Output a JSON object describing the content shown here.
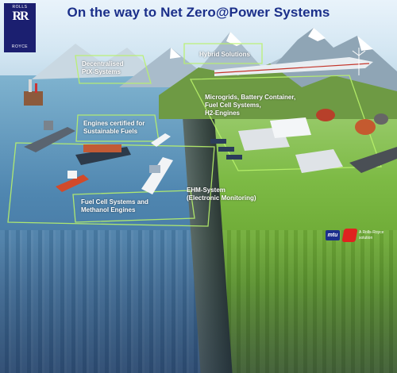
{
  "title": "On the way to Net Zero@Power Systems",
  "logo": {
    "monogram": "RR",
    "top": "ROLLS",
    "bottom": "ROYCE"
  },
  "labels": {
    "decentralised": [
      "Decentralised",
      "PtX-Systems"
    ],
    "hybrid": [
      "Hybrid Solutions"
    ],
    "microgrids": [
      "Microgrids, Battery Container,",
      "Fuel Cell Systems,",
      "H2-Engines"
    ],
    "engines_certified": [
      "Engines certified for",
      "Sustainable Fuels"
    ],
    "fuel_cell": [
      "Fuel Cell Systems and",
      "Methanol Engines"
    ],
    "ehm": [
      "EHM-System",
      "(Electronic Monitoring)"
    ]
  },
  "brand": {
    "mtu_text": "mtu",
    "note": [
      "A Rolls-Royce",
      "solution"
    ]
  },
  "colors": {
    "title": "#1b2f8a",
    "highlight": "#b8f26a",
    "sea": "#4f86b0",
    "land": "#7dba45",
    "mtu_blue": "#1c2f8d",
    "mtu_red": "#e0221f"
  }
}
